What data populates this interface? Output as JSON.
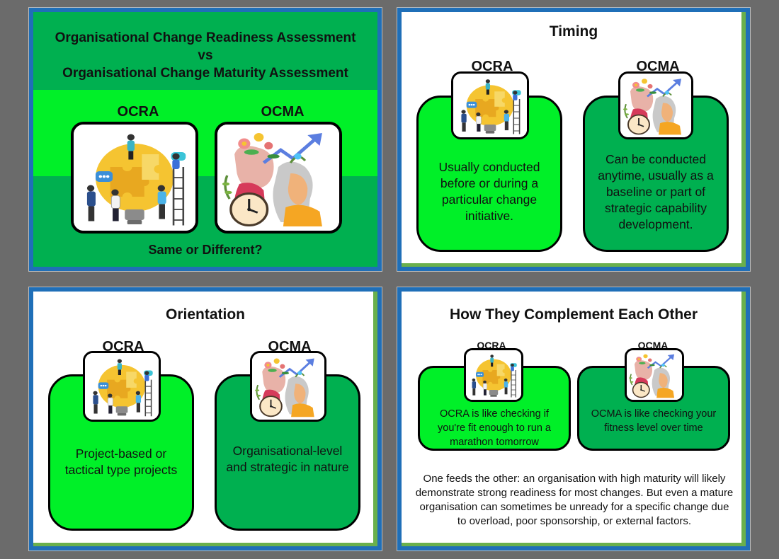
{
  "slide1": {
    "title_line1": "Organisational Change Readiness Assessment",
    "title_line2": "vs",
    "title_line3": "Organisational Change Maturity Assessment",
    "label_a": "OCRA",
    "label_b": "OCMA",
    "question": "Same or Different?"
  },
  "slide2": {
    "title": "Timing",
    "label_a": "OCRA",
    "label_b": "OCMA",
    "text_a": "Usually conducted before or during a particular change initiative.",
    "text_b": "Can be conducted anytime, usually as a baseline or part of strategic capability development."
  },
  "slide3": {
    "title": "Orientation",
    "label_a": "OCRA",
    "label_b": "OCMA",
    "text_a": "Project-based or tactical type projects",
    "text_b": "Organisational-level and strategic in nature"
  },
  "slide4": {
    "title": "How They Complement Each Other",
    "label_a": "OCRA",
    "label_b": "OCMA",
    "text_a": "OCRA is like checking if you're fit enough to run a marathon tomorrow",
    "text_b": "OCMA is like checking your fitness level over time",
    "summary": "One feeds the other: an organisation with high maturity will likely demonstrate strong readiness for most changes. But even a mature organisation can sometimes be unready for a specific change due to overload, poor sponsorship, or external factors."
  },
  "colors": {
    "bright_green": "#00f028",
    "dark_green": "#00b050",
    "slide_blue": "#1f6fb8",
    "accent_green": "#6ab04c"
  },
  "icons": {
    "ocra": "puzzle-lightbulb-team-icon",
    "ocma": "heads-clock-growth-icon"
  }
}
